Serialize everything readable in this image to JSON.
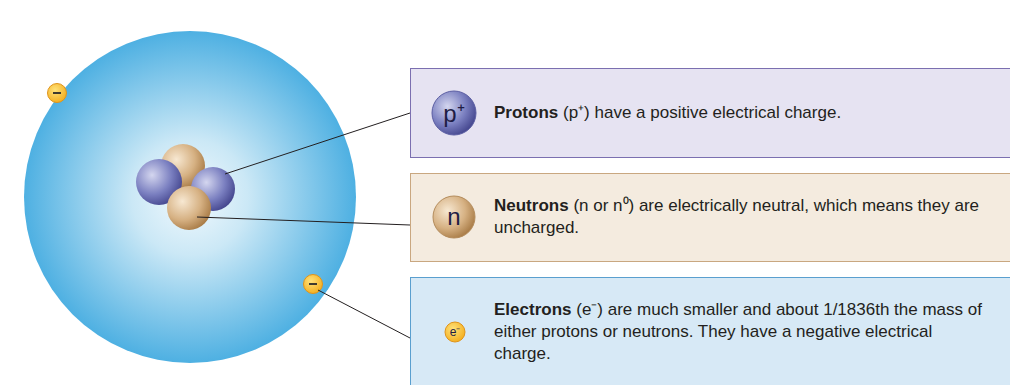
{
  "diagram": {
    "nodes": [
      {
        "text": [
          "Protons",
          "(p⁺) have a positive electrical charge."
        ]
      },
      {
        "text": [
          "p⁺"
        ],
        "in": 0
      },
      {
        "text": [
          "Neutrons",
          "(n or n⁰) are electrically neutral, which means they are uncharged."
        ]
      },
      {
        "text": [
          "n"
        ],
        "in": 2
      },
      {
        "text": [
          "Electrons",
          "(e⁻) are much smaller and about 1/1836th the mass of either protons or neutrons. They have a negative electrical charge."
        ]
      },
      {
        "text": [
          "e⁻"
        ],
        "in": 4
      }
    ]
  }
}
